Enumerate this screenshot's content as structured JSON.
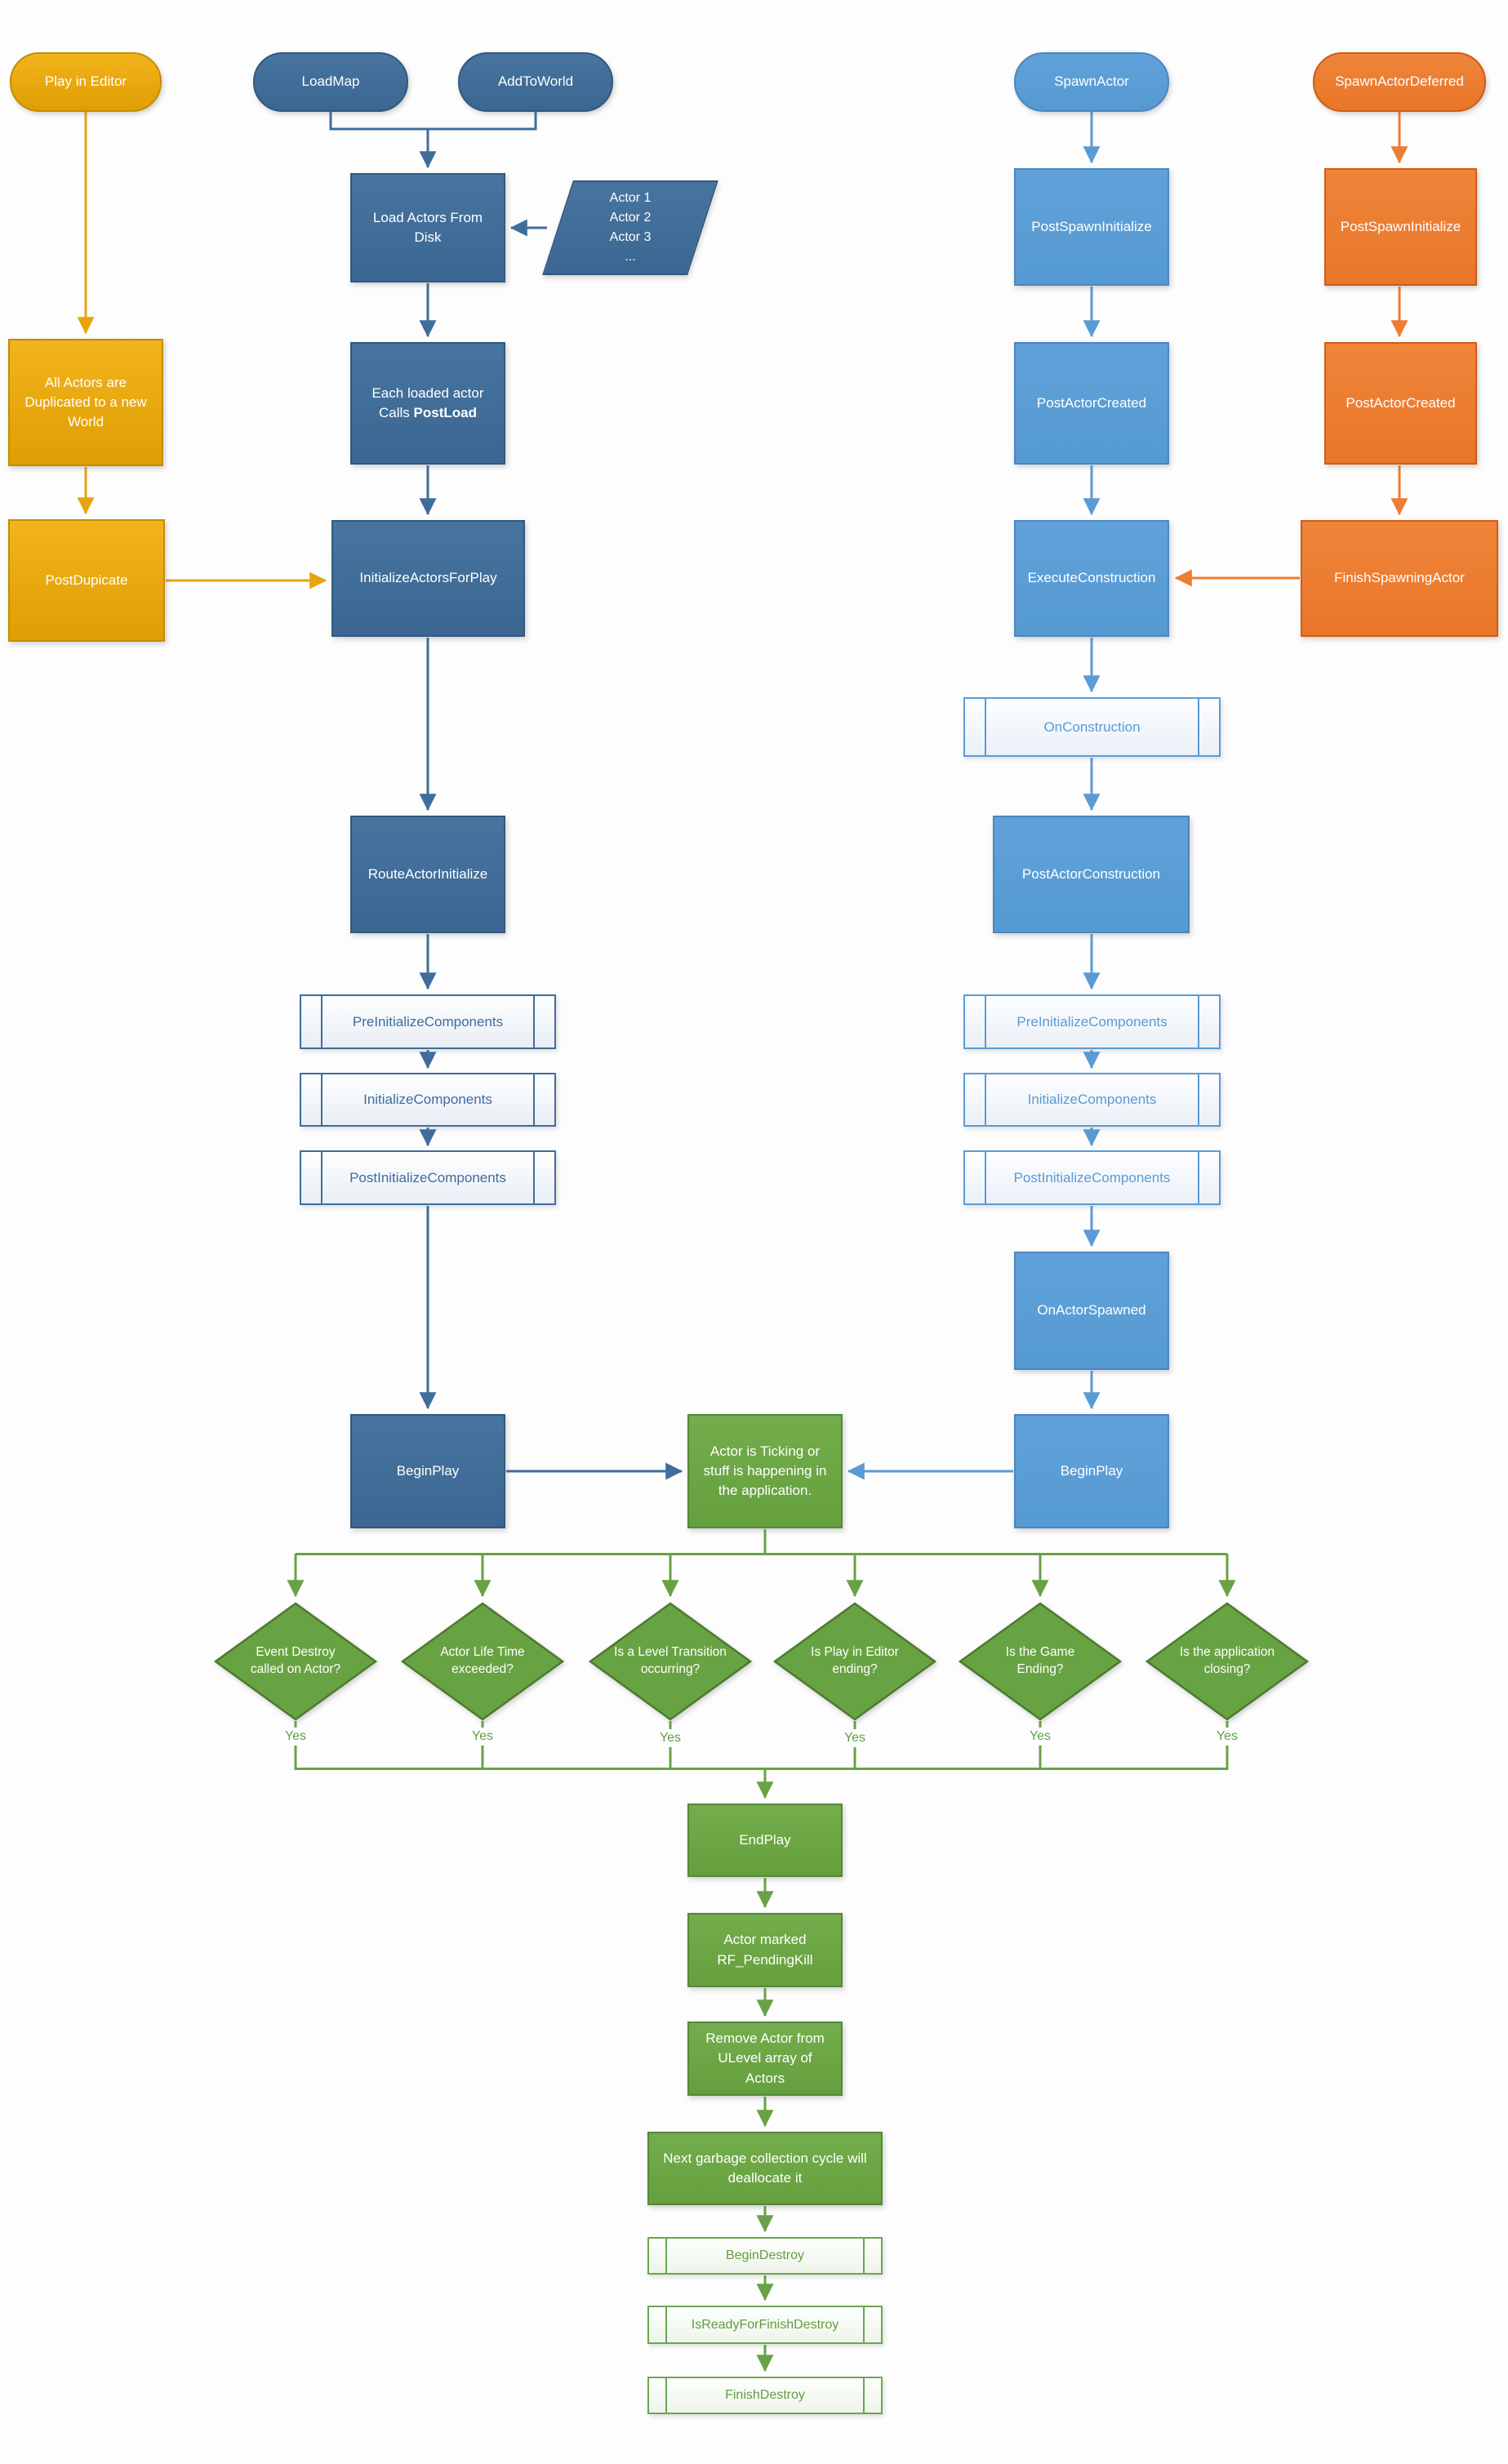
{
  "palette": {
    "gold": "#e7a40e",
    "gold_border": "#c08f03",
    "steel_blue": "#3f6d9c",
    "steel_blue_border": "#315a7d",
    "light_blue": "#5b9bd5",
    "light_blue_border": "#4b86bf",
    "orange": "#ed7d31",
    "orange_border": "#cf5d12",
    "green": "#69a244",
    "green_border": "#55883a",
    "background": "#fdfdfd"
  },
  "terminators": {
    "play_in_editor": "Play in Editor",
    "load_map": "LoadMap",
    "add_to_world": "AddToWorld",
    "spawn_actor": "SpawnActor",
    "spawn_actor_deferred": "SpawnActorDeferred"
  },
  "editor_column": {
    "all_actors_duplicated": "All Actors are Duplicated to a new World",
    "post_duplicate": "PostDupicate"
  },
  "load_column": {
    "load_actors_from_disk": "Load Actors From Disk",
    "actor_list": [
      "Actor 1",
      "Actor 2",
      "Actor 3",
      "..."
    ],
    "post_load_line1": "Each loaded actor",
    "post_load_line2": "Calls",
    "post_load_bold": "PostLoad",
    "initialize_actors_for_play": "InitializeActorsForPlay",
    "route_actor_initialize": "RouteActorInitialize",
    "pre_initialize_components": "PreInitializeComponents",
    "initialize_components": "InitializeComponents",
    "post_initialize_components": "PostInitializeComponents",
    "begin_play": "BeginPlay"
  },
  "spawn_column": {
    "post_spawn_initialize": "PostSpawnInitialize",
    "post_actor_created": "PostActorCreated",
    "execute_construction": "ExecuteConstruction",
    "on_construction": "OnConstruction",
    "post_actor_construction": "PostActorConstruction",
    "pre_initialize_components": "PreInitializeComponents",
    "initialize_components": "InitializeComponents",
    "post_initialize_components": "PostInitializeComponents",
    "on_actor_spawned": "OnActorSpawned",
    "begin_play": "BeginPlay"
  },
  "deferred_column": {
    "post_spawn_initialize": "PostSpawnInitialize",
    "post_actor_created": "PostActorCreated",
    "finish_spawning_actor": "FinishSpawningActor"
  },
  "runtime": {
    "ticking": "Actor is Ticking or stuff is happening in the application.",
    "yes": "Yes",
    "decisions": [
      "Event Destroy called on Actor?",
      "Actor Life Time exceeded?",
      "Is a Level Transition occurring?",
      "Is Play in Editor ending?",
      "Is the Game Ending?",
      "Is the application closing?"
    ],
    "end_play": "EndPlay",
    "pending_kill": "Actor marked RF_PendingKill",
    "remove_from_ulevel": "Remove Actor from ULevel array of Actors",
    "garbage_collection": "Next garbage collection cycle will deallocate it",
    "begin_destroy": "BeginDestroy",
    "is_ready_for_finish_destroy": "IsReadyForFinishDestroy",
    "finish_destroy": "FinishDestroy"
  }
}
